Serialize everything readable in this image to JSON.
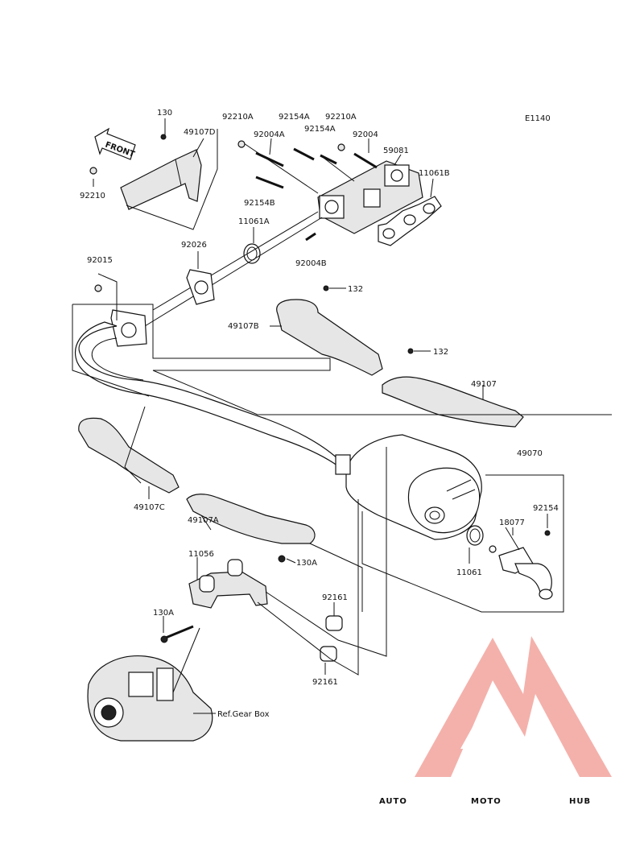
{
  "diagram_code": "E1140",
  "front_label": "FRONT",
  "ref_label": "Ref.Gear Box",
  "parts": {
    "p130": "130",
    "p49107D": "49107D",
    "p92210": "92210",
    "p92210A_1": "92210A",
    "p92004A": "92004A",
    "p92154A_1": "92154A",
    "p92154A_2": "92154A",
    "p92210A_2": "92210A",
    "p92004": "92004",
    "p59081": "59081",
    "p11061B": "11061B",
    "p92154B": "92154B",
    "p11061A": "11061A",
    "p92026": "92026",
    "p92004B": "92004B",
    "p92015": "92015",
    "p132_1": "132",
    "p49107B": "49107B",
    "p132_2": "132",
    "p49107": "49107",
    "p49070": "49070",
    "p49107C": "49107C",
    "p49107A": "49107A",
    "p92154": "92154",
    "p18077": "18077",
    "p11061": "11061",
    "p11056": "11056",
    "p130A_1": "130A",
    "p130A_2": "130A",
    "p92161_1": "92161",
    "p92161_2": "92161"
  },
  "watermark": {
    "part1": "AUTO",
    "part2": "MOTO",
    "part3": "HUB",
    "colors": {
      "orange": "#f5b06a",
      "salmon": "#f08a80",
      "gray": "#8c8c8c",
      "triangle": "#f2a09a"
    }
  }
}
